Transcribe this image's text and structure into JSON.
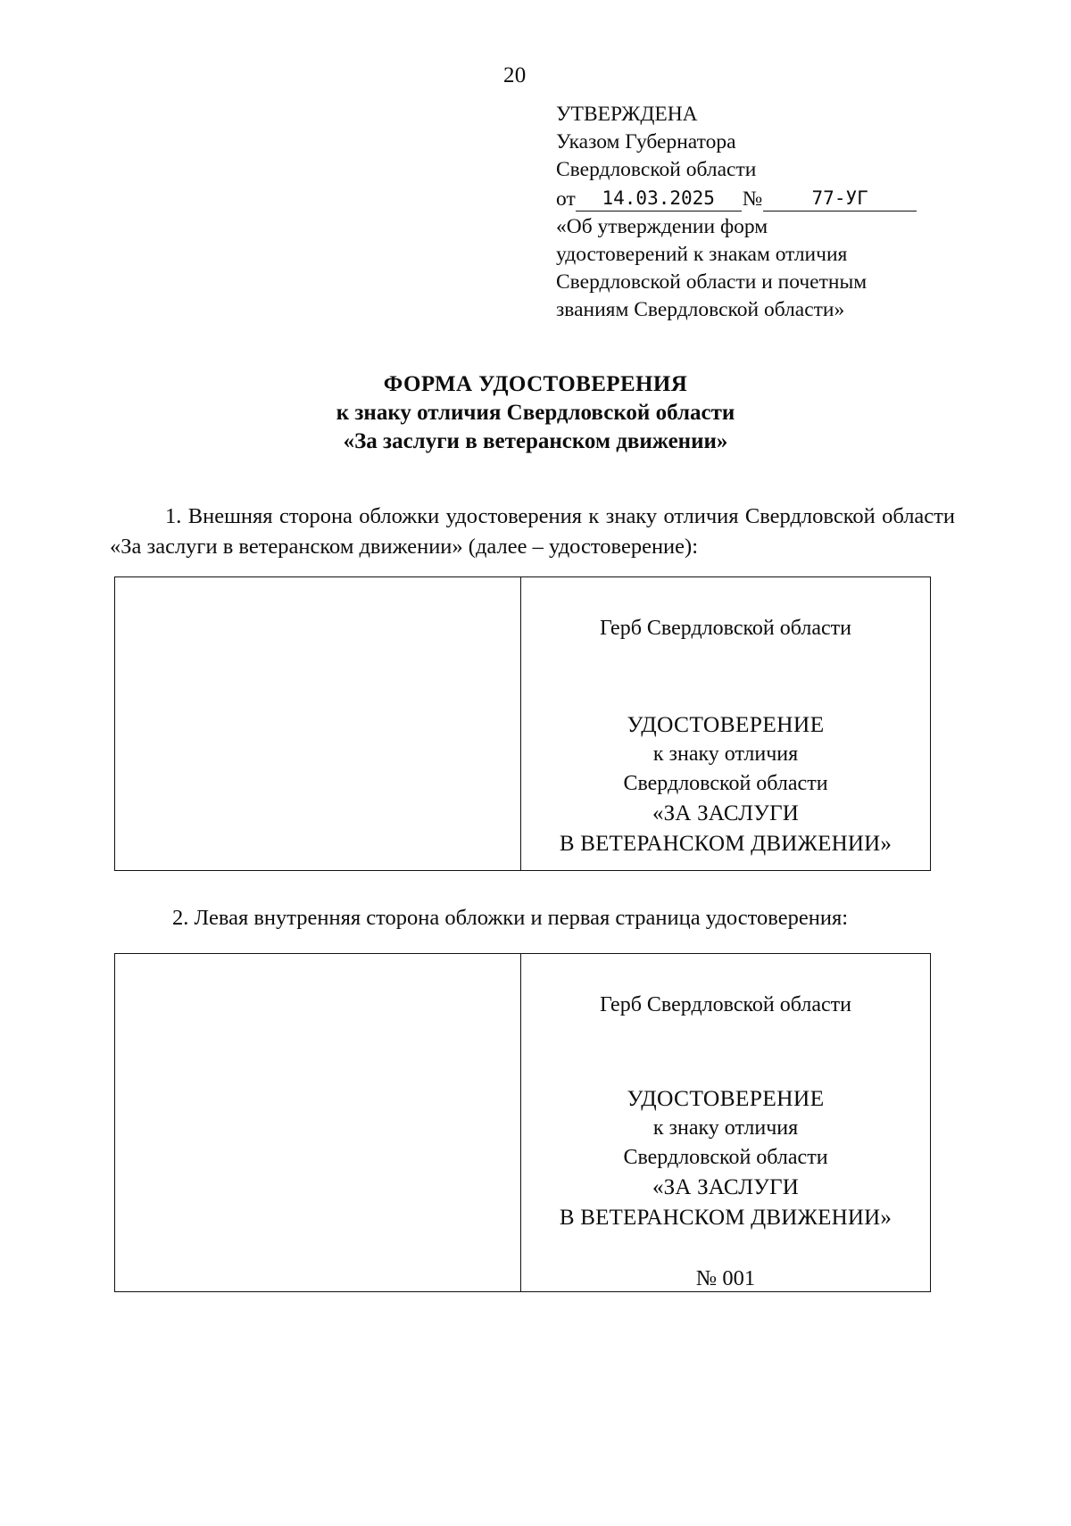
{
  "page": {
    "number": "20"
  },
  "approval": {
    "line1": "УТВЕРЖДЕНА",
    "line2": "Указом Губернатора",
    "line3": "Свердловской области",
    "date_label": "от",
    "date_value": "14.03.2025",
    "number_symbol": "№",
    "number_value": "77-УГ",
    "decree_line1": "«Об утверждении форм",
    "decree_line2": "удостоверений к знакам отличия",
    "decree_line3": "Свердловской области и почетным",
    "decree_line4": "званиям Свердловской области»"
  },
  "form_title": {
    "line1": "ФОРМА УДОСТОВЕРЕНИЯ",
    "line2": "к знаку отличия Свердловской области",
    "line3": "«За заслуги в ветеранском движении»"
  },
  "paragraphs": {
    "p1": "1. Внешняя сторона обложки удостоверения к знаку отличия Свердловской области «За заслуги в ветеранском движении» (далее – удостоверение):",
    "p2": "2. Левая внутренняя сторона обложки и первая страница удостоверения:"
  },
  "cert_box_1": {
    "left_cell": "",
    "gerb": "Герб Свердловской области",
    "title": "УДОСТОВЕРЕНИЕ",
    "sub1": "к знаку отличия",
    "sub2": "Свердловской области",
    "caps1": "«ЗА ЗАСЛУГИ",
    "caps2": "В ВЕТЕРАНСКОМ ДВИЖЕНИИ»"
  },
  "cert_box_2": {
    "left_cell": "",
    "gerb": "Герб Свердловской области",
    "title": "УДОСТОВЕРЕНИЕ",
    "sub1": "к знаку отличия",
    "sub2": "Свердловской области",
    "caps1": "«ЗА ЗАСЛУГИ",
    "caps2": "В ВЕТЕРАНСКОМ ДВИЖЕНИИ»",
    "number": "№ 001"
  }
}
